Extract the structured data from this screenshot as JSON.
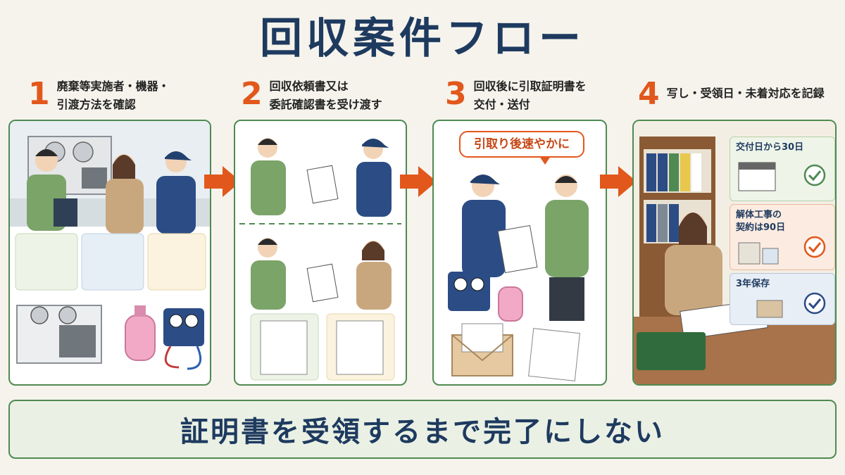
{
  "title": "回収案件フロー",
  "steps": [
    {
      "num": "1",
      "line1": "廃棄等実施者・機器・",
      "line2": "引渡方法を確認"
    },
    {
      "num": "2",
      "line1": "回収依頼書又は",
      "line2": "委託確認書を受け渡す"
    },
    {
      "num": "3",
      "line1": "回収後に引取証明書を",
      "line2": "交付・送付"
    },
    {
      "num": "4",
      "line1": "写し・受領日・未着対応を記録",
      "line2": ""
    }
  ],
  "step3_bubble": "引取り後速やかに",
  "step4_checks": [
    {
      "label": "交付日から30日"
    },
    {
      "label": "解体工事の\n契約は90日"
    },
    {
      "label": "3年保存"
    }
  ],
  "footer": "証明書を受領するまで完了にしない",
  "colors": {
    "accent": "#e2571b",
    "navy": "#1e3a5f",
    "green": "#4f8a52"
  }
}
